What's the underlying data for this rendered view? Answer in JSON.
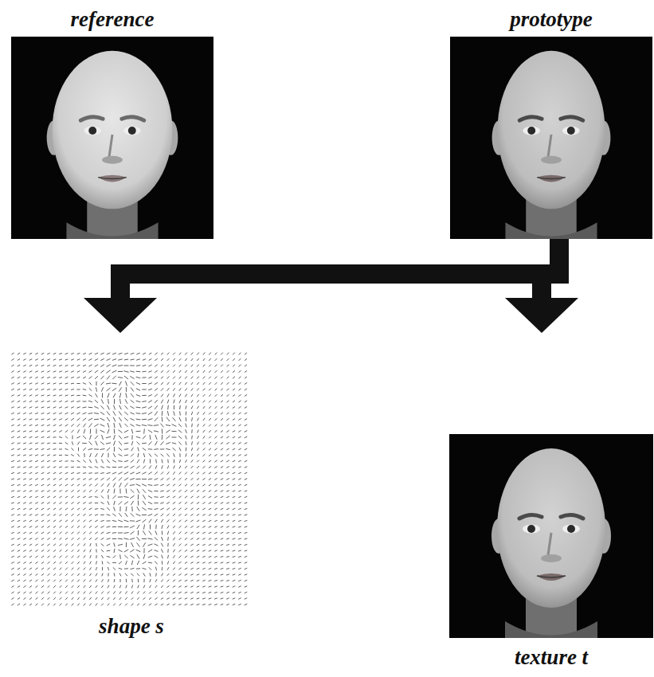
{
  "diagram": {
    "nodes": [
      {
        "text": [
          "reference"
        ]
      },
      {
        "text": [
          "prototype"
        ]
      },
      {
        "text": [
          "shape s"
        ]
      },
      {
        "text": [
          "texture t"
        ]
      }
    ],
    "edges": [
      {
        "from": 1,
        "to": 2,
        "arrow": "to"
      },
      {
        "from": 1,
        "to": 3,
        "arrow": "to"
      }
    ]
  }
}
